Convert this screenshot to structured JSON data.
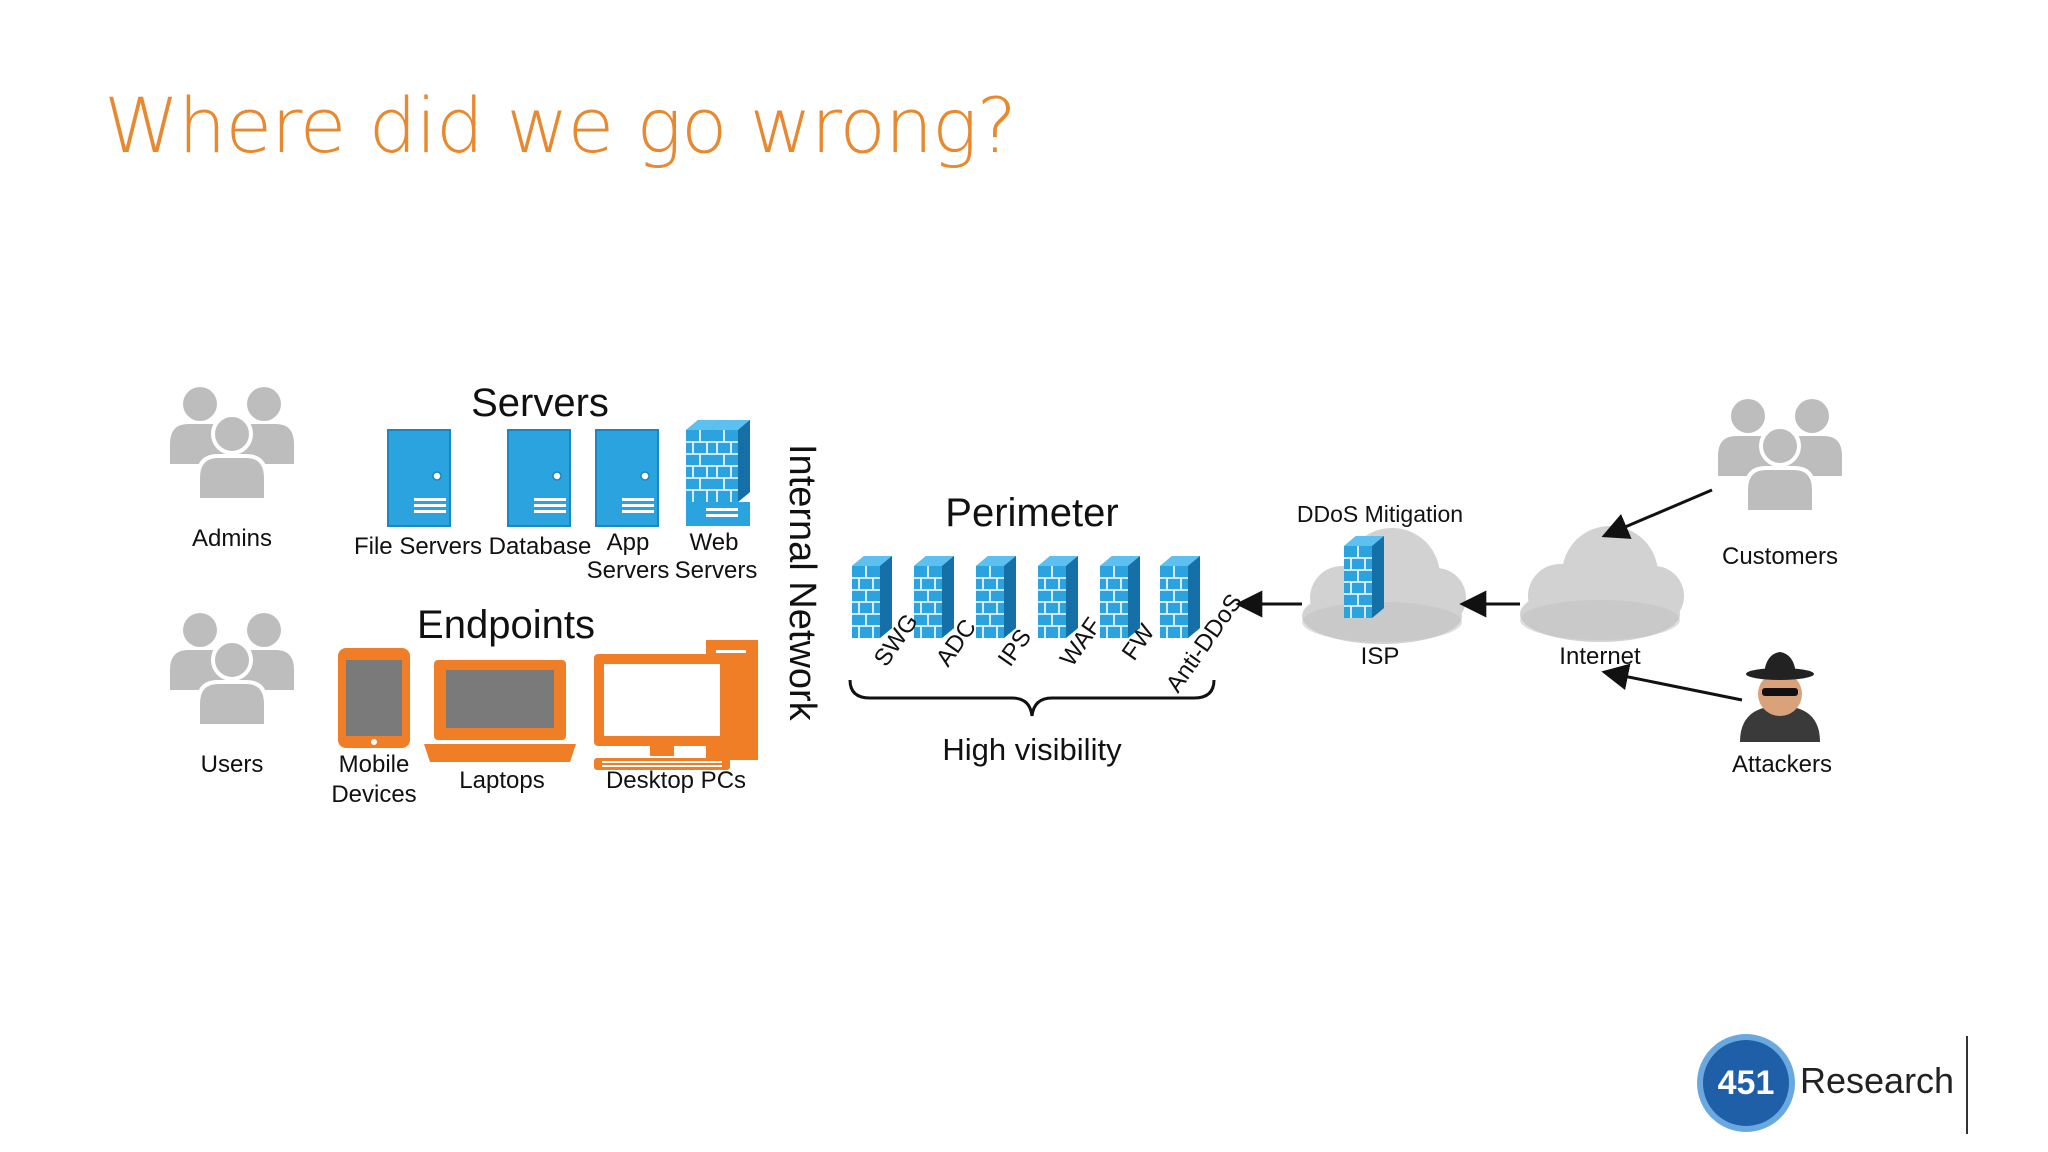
{
  "slide": {
    "title": "Where did we go wrong?"
  },
  "diagram": {
    "actors": {
      "admins": "Admins",
      "users": "Users",
      "customers": "Customers",
      "attackers": "Attackers"
    },
    "servers": {
      "heading": "Servers",
      "file_servers": "File Servers",
      "database": "Database",
      "app_servers_1": "App",
      "app_servers_2": "Servers",
      "web_servers_1": "Web",
      "web_servers_2": "Servers"
    },
    "endpoints": {
      "heading": "Endpoints",
      "mobile_1": "Mobile",
      "mobile_2": "Devices",
      "laptops": "Laptops",
      "desktops": "Desktop PCs"
    },
    "internal_network": "Internal Network",
    "perimeter": {
      "heading": "Perimeter",
      "devices": [
        "SWG",
        "ADC",
        "IPS",
        "WAF",
        "FW",
        "Anti-DDoS"
      ],
      "caption": "High visibility"
    },
    "isp": {
      "heading": "DDoS Mitigation",
      "label": "ISP"
    },
    "internet": {
      "label": "Internet"
    }
  },
  "logo": {
    "number": "451",
    "name": "Research"
  },
  "colors": {
    "title": "#e8892f",
    "server_blue": "#2aa3df",
    "endpoint_orange": "#f07e26",
    "person_gray": "#bdbdbd",
    "cloud_gray": "#cfcfcf",
    "logo_blue": "#1f5fa8"
  }
}
